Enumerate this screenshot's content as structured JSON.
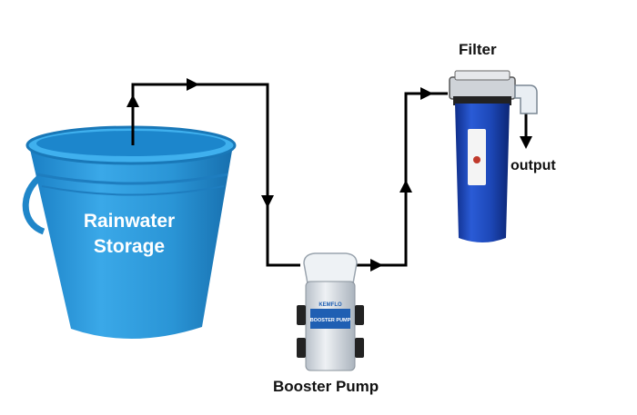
{
  "diagram": {
    "bucket_label_line1": "Rainwater",
    "bucket_label_line2": "Storage",
    "filter_label": "Filter",
    "output_label": "output",
    "pump_label": "Booster Pump",
    "pump_brand": "KEMFLO",
    "pump_text": "BOOSTER PUMP",
    "colors": {
      "bucket": "#2b9bdc",
      "filter_housing": "#1d48b8",
      "pipe": "#000000",
      "pump_body": "#dfe4ea"
    }
  }
}
